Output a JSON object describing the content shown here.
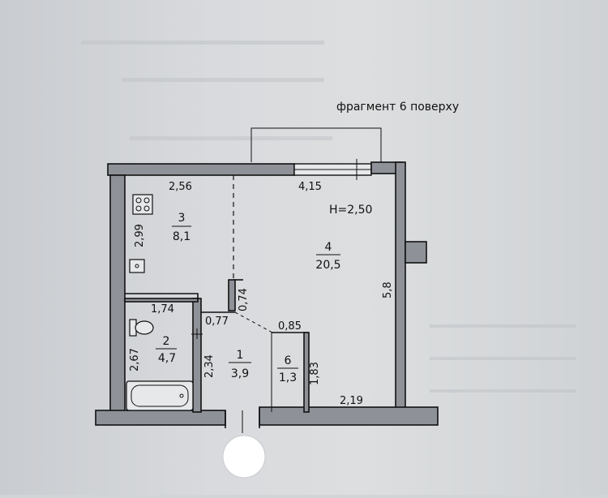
{
  "header": {
    "title": "фрагмент 6 поверху"
  },
  "height_label": "H=2,50",
  "rooms": [
    {
      "number": "1",
      "area": "3,9"
    },
    {
      "number": "2",
      "area": "4,7"
    },
    {
      "number": "3",
      "area": "8,1"
    },
    {
      "number": "4",
      "area": "20,5"
    },
    {
      "number": "6",
      "area": "1,3"
    }
  ],
  "dimensions": {
    "kitchen_width": "2,56",
    "kitchen_depth": "2,99",
    "room_width": "4,15",
    "room_length": "5,8",
    "bath_width": "1,74",
    "bath_depth": "2,67",
    "door_width": "0,77",
    "wall_stub": "0,74",
    "hall_depth": "2,34",
    "closet_width": "0,85",
    "closet_depth": "1,83",
    "bottom_wall": "2,19"
  }
}
